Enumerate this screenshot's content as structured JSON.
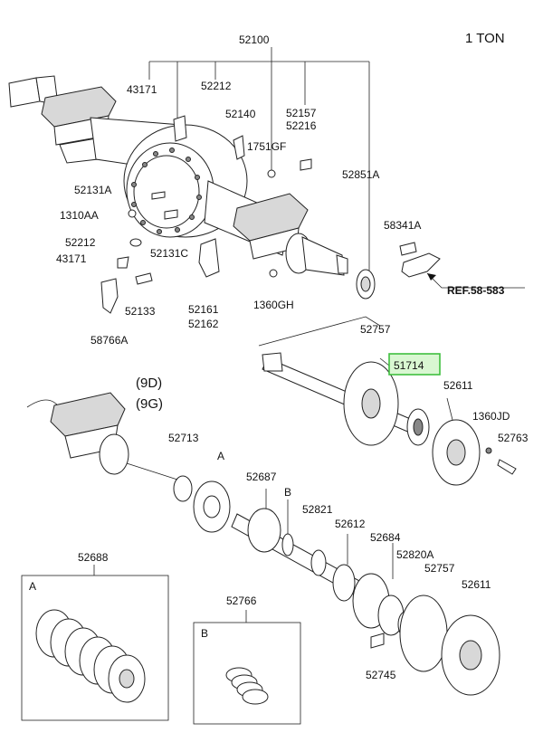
{
  "title": "1 TON",
  "variant": [
    "(9D)",
    "(9G)"
  ],
  "ref_label": "REF.58-583",
  "highlight_color": "#3fbf3f",
  "highlight_fill": "#d9f7d2",
  "labels": {
    "p52100": "52100",
    "p43171a": "43171",
    "p52212a": "52212",
    "p52140": "52140",
    "p52157": "52157",
    "p52216": "52216",
    "p1751GF": "1751GF",
    "p52851A": "52851A",
    "p52131A": "52131A",
    "p1310AA": "1310AA",
    "p52212b": "52212",
    "p43171b": "43171",
    "p52131C": "52131C",
    "p58341A": "58341A",
    "p52133": "52133",
    "p52161": "52161",
    "p52162": "52162",
    "p1360GH": "1360GH",
    "p58766A": "58766A",
    "p52757a": "52757",
    "p51714": "51714",
    "p52611a": "52611",
    "p1360JD": "1360JD",
    "p52763": "52763",
    "p52713": "52713",
    "pA1": "A",
    "p52687": "52687",
    "pB1": "B",
    "p52821": "52821",
    "p52612": "52612",
    "p52684": "52684",
    "p52820A": "52820A",
    "p52757b": "52757",
    "p52611b": "52611",
    "p52688": "52688",
    "pA2": "A",
    "p52766": "52766",
    "pB2": "B",
    "p52745": "52745"
  }
}
